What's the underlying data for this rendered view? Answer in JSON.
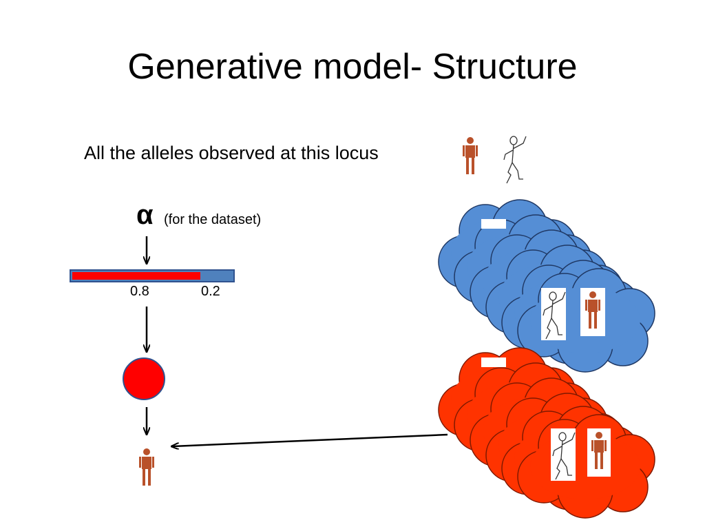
{
  "title": "Generative model- Structure",
  "subtitle": "All the alleles observed at this locus",
  "alpha": {
    "symbol": "α",
    "note": "(for the dataset)"
  },
  "proportion_bar": {
    "red_fraction": 0.8,
    "blue_fraction": 0.2,
    "red_label": "0.8",
    "blue_label": "0.2",
    "red_color": "#ff0000",
    "blue_color": "#4f81bd"
  },
  "colors": {
    "blue_cloud": "#558ed5",
    "red_cloud": "#ff3300",
    "person": "#b9512a",
    "node": "#ff0000"
  },
  "icons": [
    "person-icon",
    "stick-figure-icon",
    "cloud-stack",
    "arrow"
  ]
}
